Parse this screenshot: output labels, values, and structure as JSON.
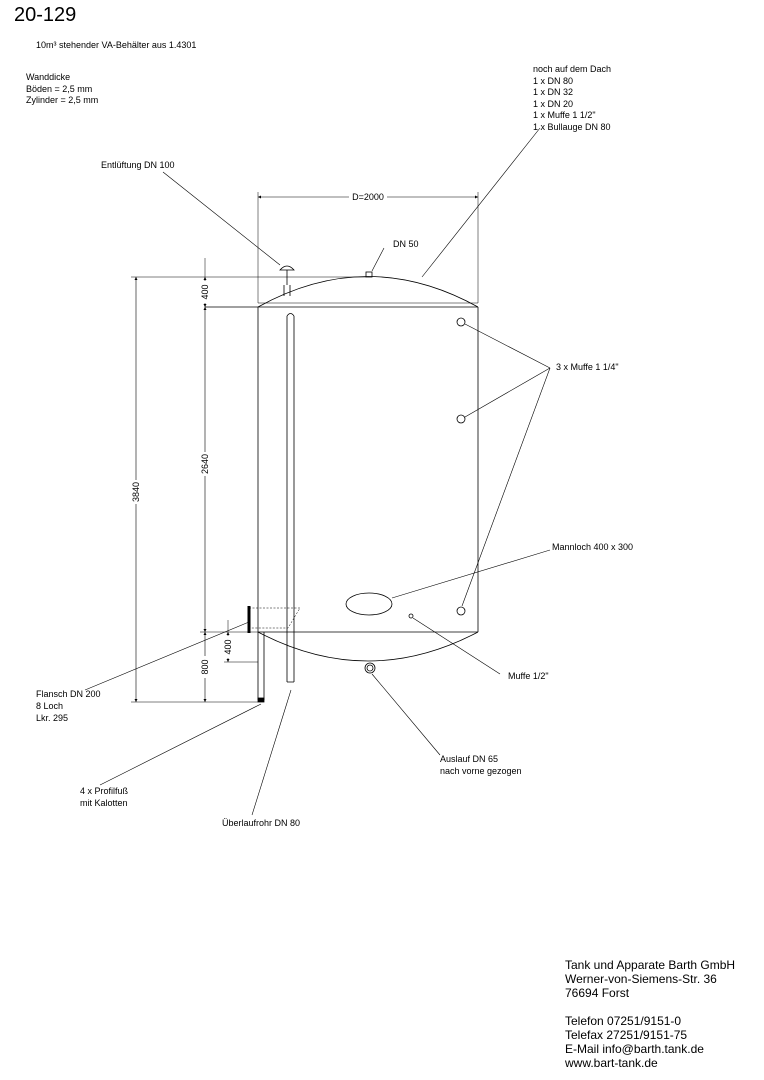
{
  "drawing_number": "20-129",
  "subtitle": "10m³ stehender VA-Behälter aus 1.4301",
  "wall": {
    "title": "Wanddicke",
    "lines": [
      "Böden = 2,5 mm",
      "Zylinder = 2,5 mm"
    ]
  },
  "roof_note": {
    "title": "noch auf dem Dach",
    "lines": [
      "1 x DN 80",
      "1 x DN 32",
      "1 x DN 20",
      "1 x Muffe 1 1/2\"",
      "1 x Bullauge DN 80"
    ]
  },
  "labels": {
    "vent": "Entlüftung DN 100",
    "dn50": "DN 50",
    "diameter": "D=2000",
    "muffe_3": "3 x Muffe 1 1/4\"",
    "manhole": "Mannloch 400 x 300",
    "muffe_half": "Muffe 1/2\"",
    "flange": [
      "Flansch DN 200",
      "8 Loch",
      "Lkr. 295"
    ],
    "outlet": [
      "Auslauf DN 65",
      "nach vorne gezogen"
    ],
    "feet": [
      "4 x Profilfuß",
      "mit Kalotten"
    ],
    "overflow": "Überlaufrohr DN 80"
  },
  "dimensions": {
    "total_height": "3840",
    "cylinder_height": "2640",
    "roof_height": "400",
    "bottom_height": "800",
    "bottom_dish": "400"
  },
  "company": {
    "name": "Tank und Apparate Barth GmbH",
    "street": "Werner-von-Siemens-Str. 36",
    "city": "76694 Forst",
    "phone": "Telefon 07251/9151-0",
    "fax": "Telefax 27251/9151-75",
    "email": "E-Mail info@barth.tank.de",
    "web": "www.bart-tank.de"
  }
}
